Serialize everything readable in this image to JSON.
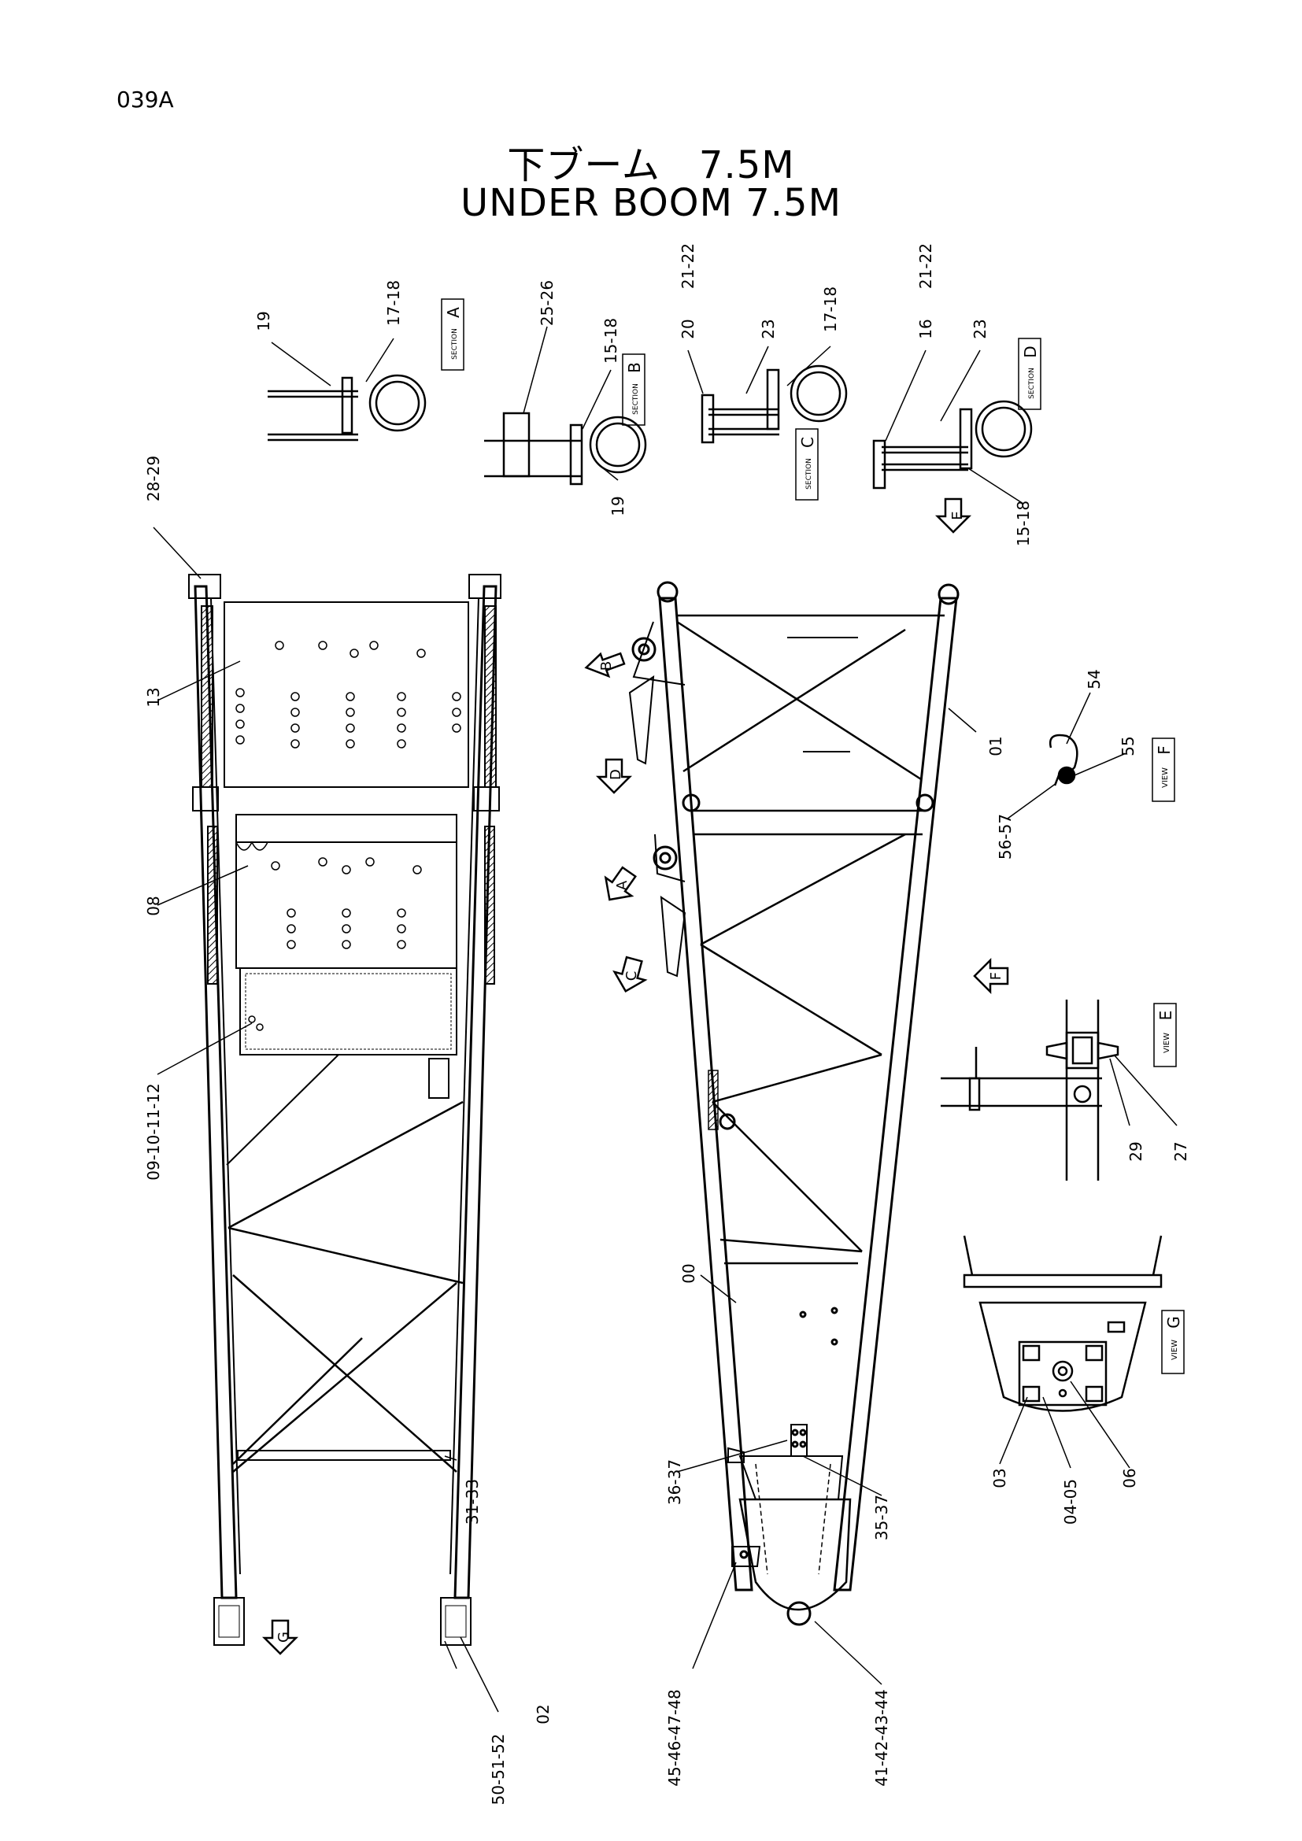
{
  "page_number": "039A",
  "title_jp": "下ブーム　7.5M",
  "title_en": "UNDER BOOM 7.5M",
  "section_word": "SECTION",
  "view_word": "VIEW",
  "views": [
    {
      "letter": "A",
      "kind": "SECTION"
    },
    {
      "letter": "B",
      "kind": "SECTION"
    },
    {
      "letter": "C",
      "kind": "SECTION"
    },
    {
      "letter": "D",
      "kind": "SECTION"
    },
    {
      "letter": "E",
      "kind": "VIEW"
    },
    {
      "letter": "F",
      "kind": "VIEW"
    },
    {
      "letter": "G",
      "kind": "VIEW"
    }
  ],
  "arrows": [
    "A",
    "B",
    "C",
    "D",
    "E",
    "F",
    "G"
  ],
  "callouts": {
    "secA": [
      "19",
      "17-18"
    ],
    "secB": [
      "25-26",
      "15-18",
      "19"
    ],
    "secC": [
      "20",
      "21-22",
      "23",
      "17-18"
    ],
    "secD": [
      "16",
      "21-22",
      "23",
      "15-18"
    ],
    "plan": [
      "28-29",
      "13",
      "08",
      "09-10-11-12",
      "31-33",
      "50-51-52",
      "02"
    ],
    "side": [
      "01",
      "00",
      "36-37",
      "35-37",
      "45-46-47-48",
      "41-42-43-44"
    ],
    "viewF": [
      "54",
      "55",
      "56-57"
    ],
    "viewE": [
      "29",
      "27"
    ],
    "viewG": [
      "03",
      "04-05",
      "06"
    ]
  }
}
